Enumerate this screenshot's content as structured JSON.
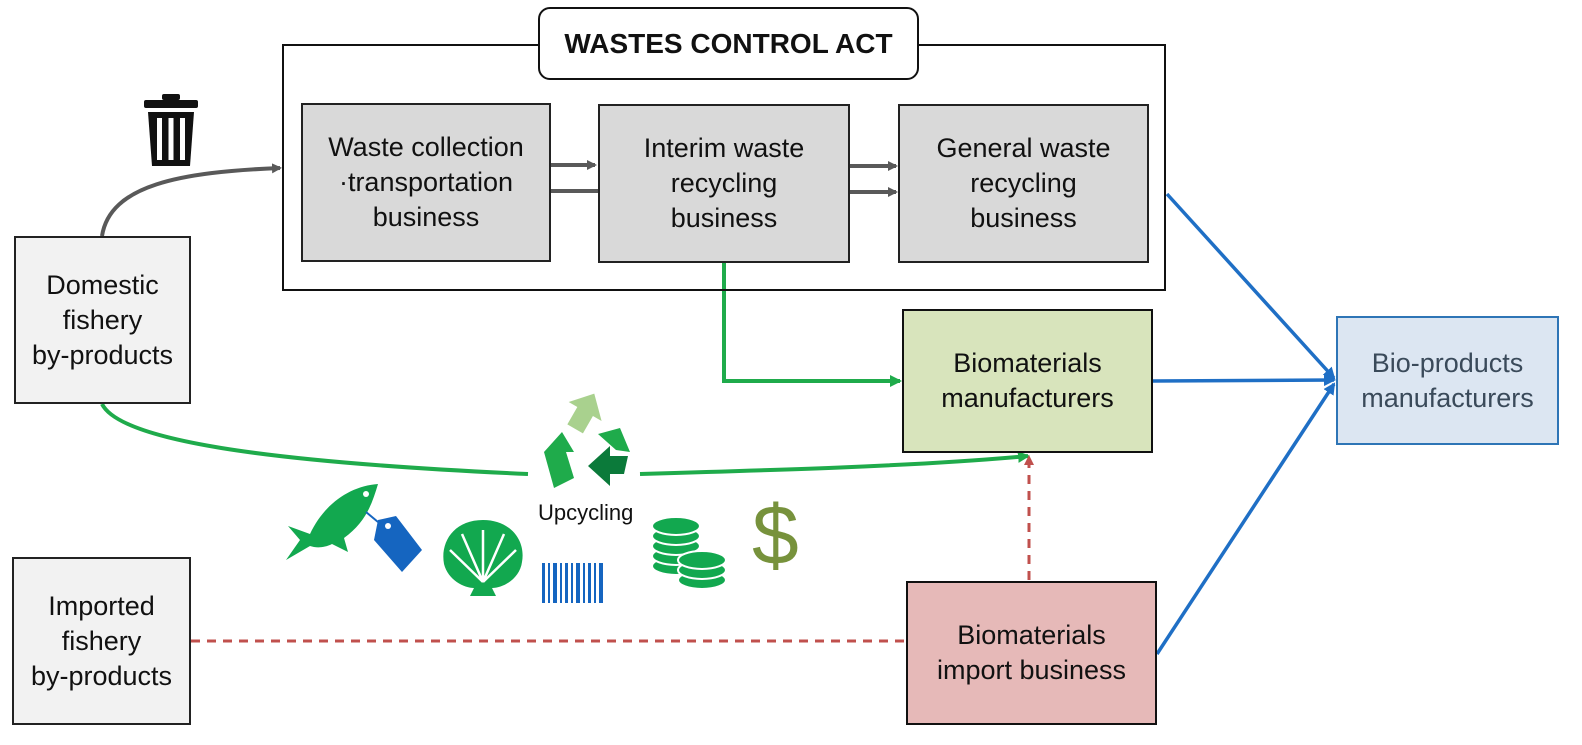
{
  "title": "WASTES CONTROL ACT",
  "nodes": {
    "waste_collection": "Waste collection\n·transportation\nbusiness",
    "interim_recycling": "Interim waste\nrecycling\nbusiness",
    "general_recycling": "General waste\nrecycling\nbusiness",
    "domestic": "Domestic\nfishery\nby-products",
    "imported": "Imported\nfishery\nby-products",
    "biomaterials_manufacturers": "Biomaterials\nmanufacturers",
    "biomaterials_import": "Biomaterials\nimport business",
    "bioproducts": "Bio-products\nmanufacturers"
  },
  "upcycling_label": "Upcycling",
  "icons": [
    "trash-can-icon",
    "recycle-icon",
    "fish-icon",
    "price-tag-icon",
    "shell-icon",
    "barcode-icon",
    "coins-icon",
    "dollar-icon"
  ],
  "dollar_symbol": "$",
  "colors": {
    "gray_arrow": "#595959",
    "green_arrow": "#1fab4b",
    "blue_arrow": "#1f6fc5",
    "red_dashed": "#c0504d",
    "icon_green": "#12a84f",
    "icon_blue": "#1565c0",
    "dollar_olive": "#77923c"
  }
}
